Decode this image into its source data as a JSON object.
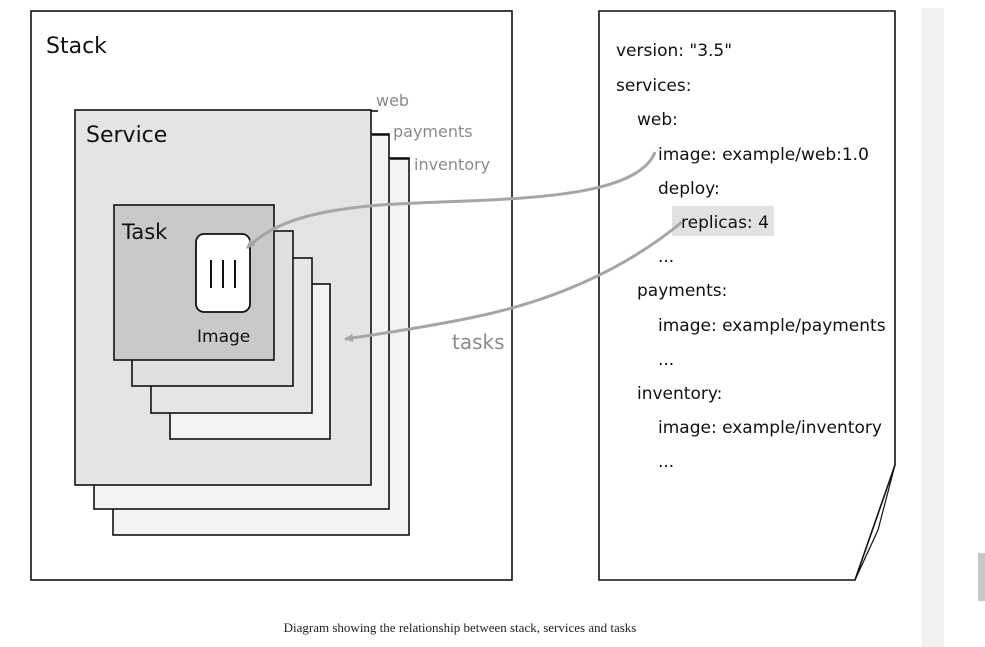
{
  "diagram": {
    "stack_label": "Stack",
    "service_label": "Service",
    "task_label": "Task",
    "image_label": "Image",
    "service_names": [
      "web",
      "payments",
      "inventory"
    ],
    "tasks_label": "tasks",
    "yaml_lines": [
      "version: \"3.5\"",
      "services:",
      "web:",
      "image: example/web:1.0",
      "deploy:",
      "replicas: 4",
      "...",
      "payments:",
      "image: example/payments",
      "...",
      "inventory:",
      "image: example/inventory",
      "..."
    ]
  },
  "caption": "Diagram showing the relationship between stack, services and tasks",
  "colors": {
    "service_fill": "#e4e4e4",
    "task_fill": "#c9c9c9",
    "shadow_fill": "#f3f3f3",
    "highlight_fill": "#e2e2e2",
    "arrow": "#a6a6a6",
    "label_gray": "#8a8a8a"
  }
}
